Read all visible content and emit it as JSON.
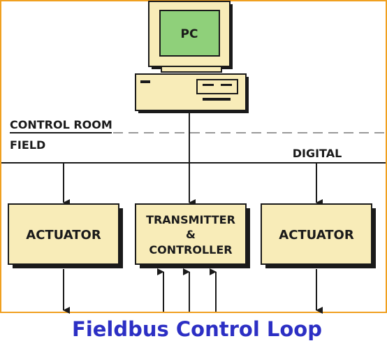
{
  "diagram": {
    "computer_label": "PC",
    "control_room_label": "CONTROL ROOM",
    "field_label": "FIELD",
    "digital_label": "DIGITAL",
    "actuator_left_label": "ACTUATOR",
    "transmitter_line1": "TRANSMITTER",
    "transmitter_line2": "&",
    "transmitter_line3": "CONTROLLER",
    "actuator_right_label": "ACTUATOR",
    "title": "Fieldbus Control Loop"
  },
  "colors": {
    "frame_border": "#f0a020",
    "box_fill": "#f8ecb8",
    "shadow": "#1a1a1a",
    "screen": "#8fd07a",
    "title": "#2c2fc4"
  }
}
